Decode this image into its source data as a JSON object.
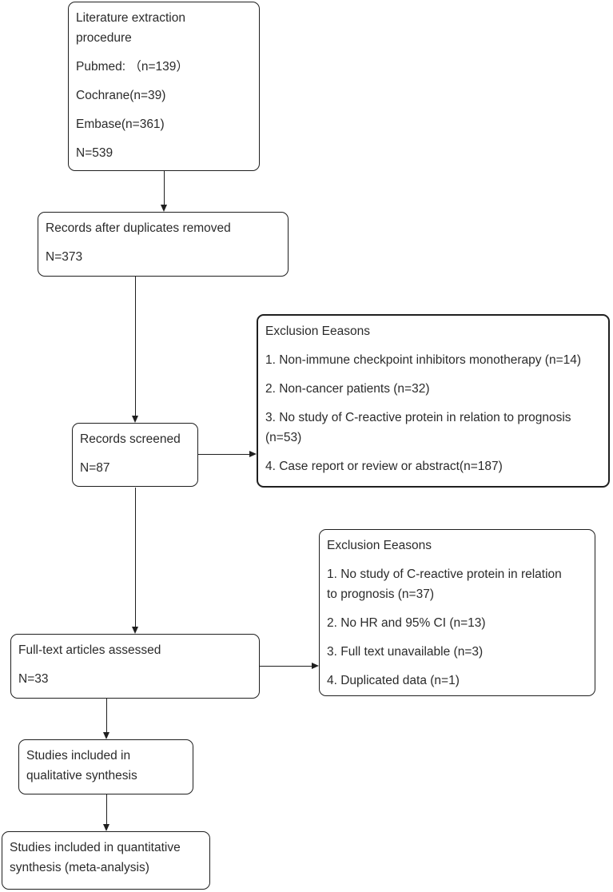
{
  "colors": {
    "background": "#ffffff",
    "border": "#1f1f1f",
    "text": "#2b2b2b",
    "line": "#1f1f1f"
  },
  "boxes": {
    "literature": {
      "title_line1": "Literature extraction",
      "title_line2": "procedure",
      "pubmed": "Pubmed: （n=139）",
      "cochrane": "Cochrane(n=39)",
      "embase": "Embase(n=361)",
      "total": "N=539"
    },
    "records_after_duplicates": {
      "label": "Records after duplicates removed",
      "count": "N=373"
    },
    "exclusion1": {
      "title": "Exclusion Eeasons",
      "item1": "1. Non-immune checkpoint inhibitors monotherapy (n=14)",
      "item2": "2. Non-cancer patients (n=32)",
      "item3_line1": "3. No study of C-reactive protein in relation to prognosis",
      "item3_line2": "(n=53)",
      "item4": "4. Case report or review or abstract(n=187)"
    },
    "records_screened": {
      "label": "Records screened",
      "count": "N=87"
    },
    "exclusion2": {
      "title": "Exclusion Eeasons",
      "item1_line1": "1. No study of C-reactive protein in relation",
      "item1_line2": "to prognosis (n=37)",
      "item2": "2. No HR and 95% CI (n=13)",
      "item3": "3. Full text unavailable (n=3)",
      "item4": "4. Duplicated data (n=1)"
    },
    "fulltext": {
      "label": "Full-text articles assessed",
      "count": "N=33"
    },
    "qualitative": {
      "line1": "Studies included in",
      "line2": "qualitative synthesis"
    },
    "quantitative": {
      "line1": "Studies included in quantitative",
      "line2": "synthesis (meta-analysis)"
    }
  }
}
